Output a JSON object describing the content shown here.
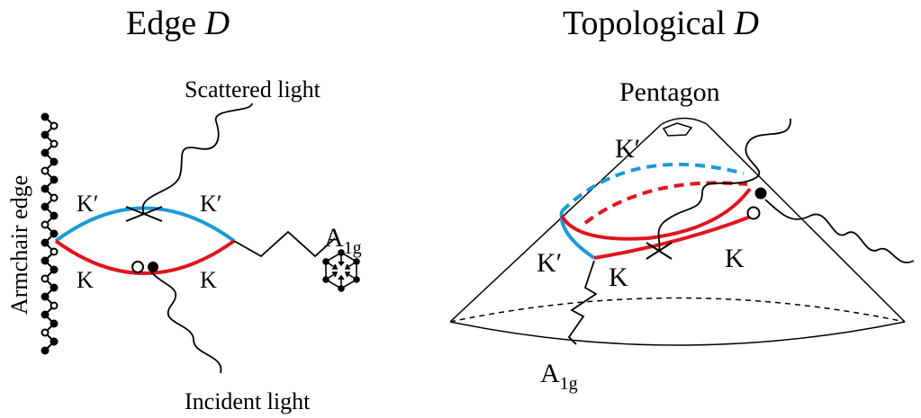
{
  "panels": {
    "edge": {
      "title_main": "Edge ",
      "title_italic": "D",
      "scattered_light": "Scattered light",
      "incident_light": "Incident light",
      "armchair_edge": "Armchair edge",
      "k_prime_left": "K′",
      "k_prime_right": "K′",
      "k_left": "K",
      "k_right": "K",
      "a1g_main": "A",
      "a1g_sub": "1g"
    },
    "topological": {
      "title_main": "Topological ",
      "title_italic": "D",
      "pentagon": "Pentagon",
      "k_prime_top": "K′",
      "k_prime_low": "K′",
      "k_left": "K",
      "k_right": "K",
      "a1g_main": "A",
      "a1g_sub": "1g"
    }
  },
  "colors": {
    "k_prime_branch": "#1a9ad6",
    "k_branch": "#e0141e",
    "ink": "#000000"
  }
}
